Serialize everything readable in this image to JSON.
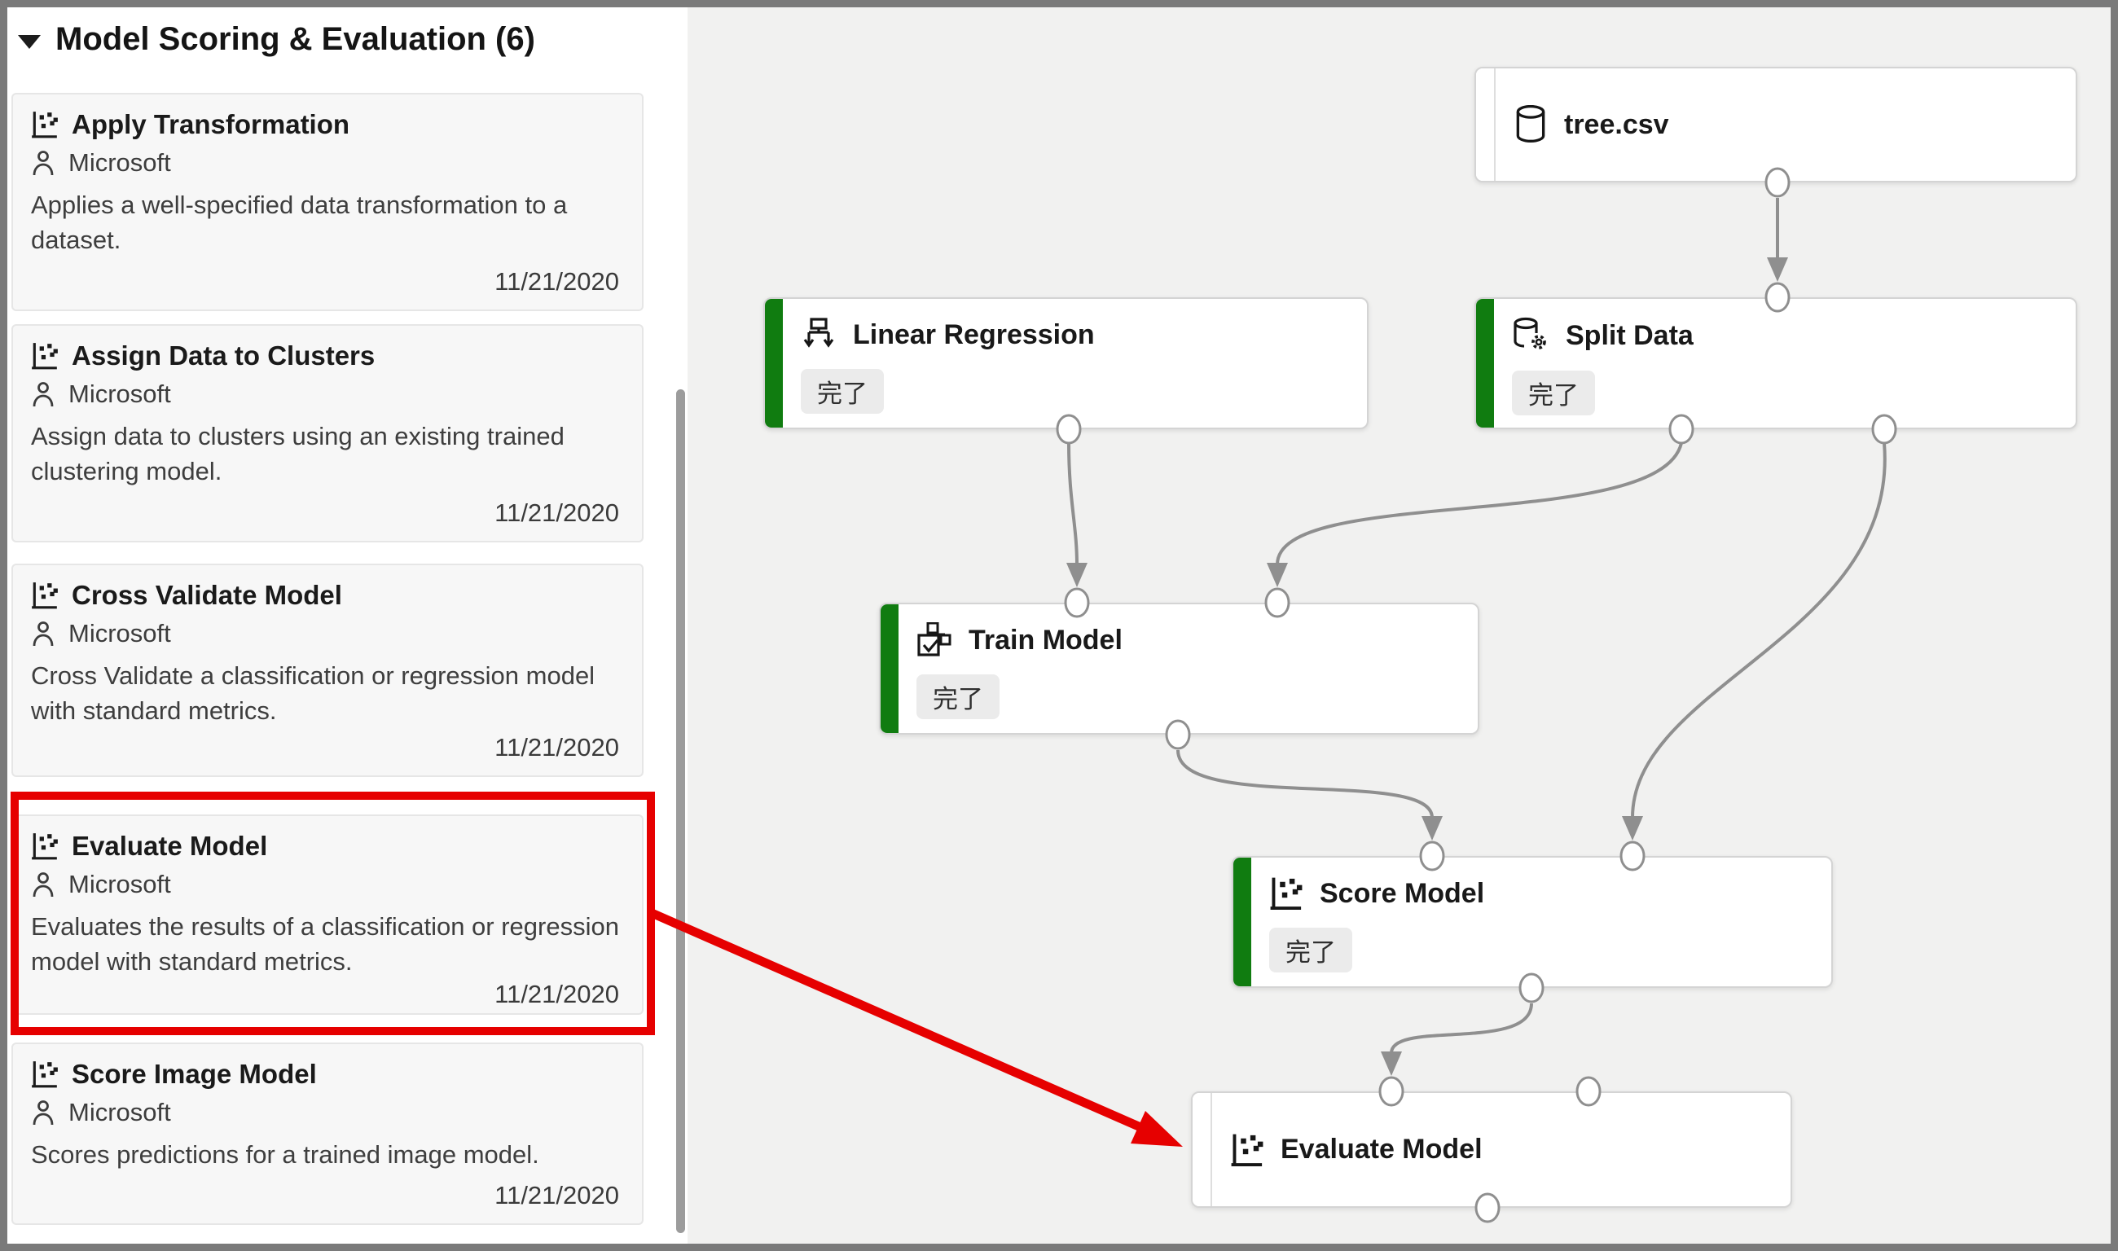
{
  "sidebar": {
    "header": "Model Scoring & Evaluation (6)",
    "cards": [
      {
        "title": "Apply Transformation",
        "author": "Microsoft",
        "description": "Applies a well-specified data transformation to a dataset.",
        "date": "11/21/2020",
        "highlighted": false
      },
      {
        "title": "Assign Data to Clusters",
        "author": "Microsoft",
        "description": "Assign data to clusters using an existing trained clustering model.",
        "date": "11/21/2020",
        "highlighted": false
      },
      {
        "title": "Cross Validate Model",
        "author": "Microsoft",
        "description": "Cross Validate a classification or regression model with standard metrics.",
        "date": "11/21/2020",
        "highlighted": false
      },
      {
        "title": "Evaluate Model",
        "author": "Microsoft",
        "description": "Evaluates the results of a classification or regression model with standard metrics.",
        "date": "11/21/2020",
        "highlighted": true
      },
      {
        "title": "Score Image Model",
        "author": "Microsoft",
        "description": "Scores predictions for a trained image model.",
        "date": "11/21/2020",
        "highlighted": false
      }
    ]
  },
  "canvas": {
    "nodes": {
      "tree_csv": {
        "title": "tree.csv",
        "status": "",
        "icon": "database-icon"
      },
      "linear_regression": {
        "title": "Linear Regression",
        "status": "完了",
        "icon": "algorithm-icon"
      },
      "split_data": {
        "title": "Split Data",
        "status": "完了",
        "icon": "split-data-icon"
      },
      "train_model": {
        "title": "Train Model",
        "status": "完了",
        "icon": "train-model-icon"
      },
      "score_model": {
        "title": "Score Model",
        "status": "完了",
        "icon": "scatter-chart-icon"
      },
      "evaluate_model": {
        "title": "Evaluate Model",
        "status": "",
        "icon": "scatter-chart-icon"
      }
    }
  },
  "colors": {
    "accent_green": "#107C10",
    "annotation_red": "#E60000",
    "edge_gray": "#8F8F8F",
    "canvas_bg": "#F1F1F0",
    "card_bg": "#F7F7F7",
    "badge_bg": "#EBEBEB"
  }
}
